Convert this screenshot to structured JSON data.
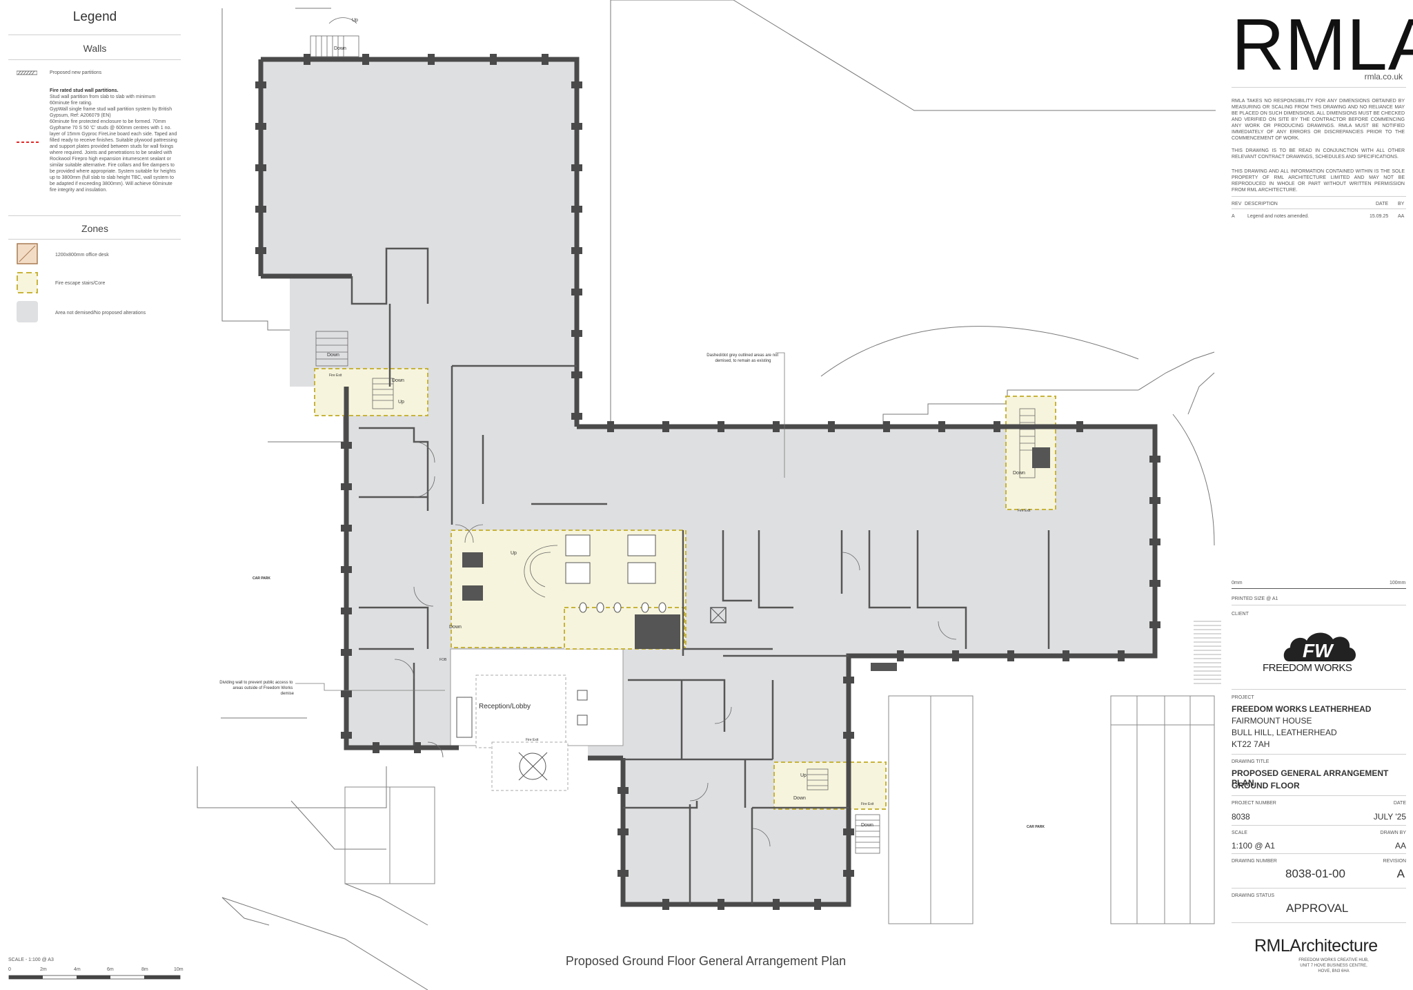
{
  "legend": {
    "title": "Legend",
    "walls_heading": "Walls",
    "walls": [
      {
        "symbol": "hatched-wall",
        "text": "Proposed new partitions"
      },
      {
        "symbol": "red-dashed-line",
        "title": "Fire rated stud wall partitions.",
        "lines": [
          "Stud wall partition from slab to slab with minimum",
          "60minute fire rating.",
          "GypWall single frame stud wall partition system by British",
          "Gypsum, Ref: A206079 (EN)",
          "60minute fire protected enclosure to be formed. 70mm",
          "Gypframe 70 S 50 'C' studs @ 600mm centres with 1 no.",
          "layer of 15mm Gyproc FireLine board each side. Taped and",
          "filled ready to receive finishes. Suitable plywood pattressing",
          "and support plates provided between studs for wall fixings",
          "where required. Joints and penetrations to be sealed with",
          "Rockwool Firepro high expansion intumescent sealant or",
          "similar suitable alternative. Fire collars and fire dampers to",
          "be provided where appropriate. System suitable for heights",
          "up to 3800mm (full slab to slab height TBC, wall system to",
          "be adapted if exceeding 3800mm). Will achieve 60minute",
          "fire integrity and insulation."
        ]
      }
    ],
    "zones_heading": "Zones",
    "zones": [
      {
        "symbol": "office-desk-swatch",
        "text": "1200x800mm office desk"
      },
      {
        "symbol": "fire-escape-swatch",
        "text": "Fire escape stairs/Core"
      },
      {
        "symbol": "not-demised-swatch",
        "text": "Area not demised/No proposed alterations"
      }
    ],
    "scale_label": "SCALE - 1:100 @ A3",
    "scale_ticks": [
      "0",
      "2m",
      "4m",
      "6m",
      "8m",
      "10m"
    ]
  },
  "plan": {
    "title": "Proposed Ground Floor General Arrangement Plan",
    "labels": {
      "down_top": "Down",
      "up_top": "Up",
      "down_left": "Down",
      "fire_exit": "Fire Exit",
      "down_stair_left": "Down",
      "up_stair_left": "Up",
      "car_park_left": "CAR PARK",
      "car_park_right": "CAR PARK",
      "up_main_stair": "Up",
      "down_lobby": "Down",
      "reception": "Reception/Lobby",
      "fire_exit_lobby": "Fire Exit",
      "down_right_core": "Down",
      "fire_exit_right": "Fire Exit",
      "up_bottom_core": "Up",
      "down_bottom_core": "Down",
      "fire_exit_bottom": "Fire Exit",
      "down_bottom_stair": "Down",
      "fob": "FOB"
    },
    "annotations": [
      {
        "id": "dashed-note",
        "lines": [
          "Dashed/dot grey outlined areas are not",
          "demised, to remain as existing"
        ]
      },
      {
        "id": "dividing-note",
        "lines": [
          "Dividing wall to prevent public access to",
          "areas outside of Freedom Works",
          "demise"
        ]
      }
    ],
    "colors": {
      "room_fill": "#dedfe1",
      "core_fill": "#f6f4dc",
      "core_outline": "#c7b33a",
      "wall": "#444444"
    }
  },
  "title_block": {
    "firm_logo": "RMLA",
    "website": "rmla.co.uk",
    "disclaimer": [
      "RMLA TAKES NO RESPONSIBILITY FOR ANY DIMENSIONS OBTAINED BY MEASURING OR SCALING FROM THIS DRAWING AND NO RELIANCE MAY BE PLACED ON SUCH DIMENSIONS. ALL DIMENSIONS MUST BE CHECKED AND VERIFIED ON SITE BY THE CONTRACTOR BEFORE COMMENCING ANY WORK OR PRODUCING DRAWINGS. RMLA MUST BE NOTIFIED IMMEDIATELY OF ANY ERRORS OR DISCREPANCIES PRIOR TO THE COMMENCEMENT OF WORK.",
      "THIS DRAWING IS TO BE READ IN CONJUNCTION WITH ALL OTHER RELEVANT CONTRACT DRAWINGS, SCHEDULES AND SPECIFICATIONS.",
      "THIS DRAWING AND ALL INFORMATION CONTAINED WITHIN IS THE SOLE PROPERTY OF RML ARCHITECTURE LIMITED AND MAY NOT BE REPRODUCED IN WHOLE OR PART WITHOUT WRITTEN PERMISSION FROM RML ARCHITECTURE."
    ],
    "revisions_header": {
      "rev": "REV",
      "description": "DESCRIPTION",
      "date": "DATE",
      "by": "BY"
    },
    "revisions": [
      {
        "rev": "A",
        "description": "Legend and notes amended.",
        "date": "15.09.25",
        "by": "AA"
      }
    ],
    "scale_bar_start": "0mm",
    "scale_bar_end": "100mm",
    "printed_size": "PRINTED SIZE @ A1",
    "client_label": "CLIENT",
    "client_logo_letters": "FW",
    "client_logo_text": "FREEDOM WORKS",
    "project_label": "PROJECT",
    "project_lines": [
      "FREEDOM WORKS LEATHERHEAD",
      "FAIRMOUNT HOUSE",
      "BULL HILL, LEATHERHEAD",
      "KT22 7AH"
    ],
    "drawing_title_label": "DRAWING TITLE",
    "drawing_title_lines": [
      "PROPOSED GENERAL ARRANGEMENT PLAN",
      "GROUND FLOOR"
    ],
    "project_number_label": "PROJECT NUMBER",
    "project_number": "8038",
    "date_label": "DATE",
    "date": "JULY '25",
    "scale_label": "SCALE",
    "scale": "1:100 @ A1",
    "drawn_by_label": "DRAWN BY",
    "drawn_by": "AA",
    "drawing_number_label": "DRAWING NUMBER",
    "drawing_number": "8038-01-00",
    "revision_label": "REVISION",
    "revision": "A",
    "drawing_status_label": "DRAWING STATUS",
    "drawing_status": "APPROVAL",
    "architect_logo": "RMLArchitecture",
    "architect_address": [
      "FREEDOM WORKS CREATIVE HUB,",
      "UNIT 7 HOVE BUSINESS CENTRE,",
      "HOVE, BN3 6HA"
    ]
  }
}
